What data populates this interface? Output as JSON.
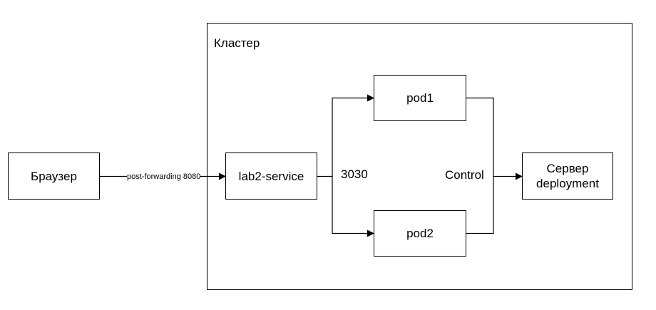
{
  "cluster": {
    "title": "Кластер"
  },
  "nodes": {
    "browser": "Браузер",
    "service": "lab2-service",
    "pod1": "pod1",
    "pod2": "pod2",
    "server": "Сервер\ndeployment"
  },
  "edges": {
    "browser_to_service": "post-forwarding 8080",
    "service_port": "3030",
    "control": "Control"
  }
}
